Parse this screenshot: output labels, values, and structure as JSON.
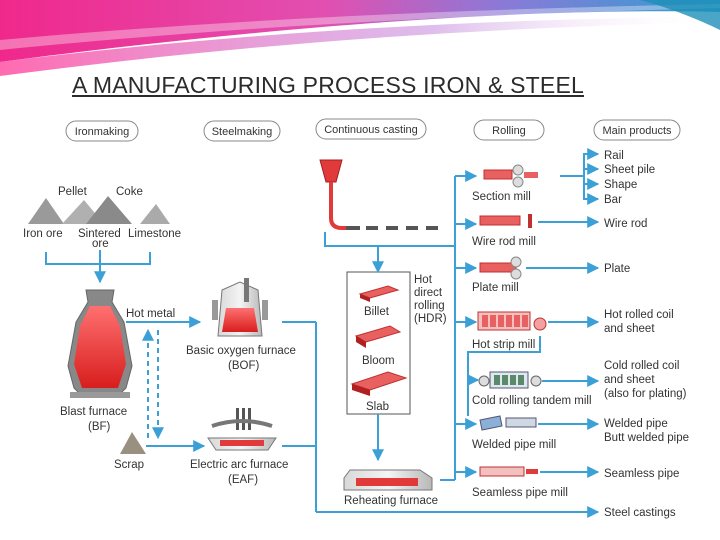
{
  "title": "A MANUFACTURING PROCESS IRON & STEEL",
  "headers": [
    "Ironmaking",
    "Steelmaking",
    "Continuous casting",
    "Rolling",
    "Main products"
  ],
  "raw_materials": {
    "pellet": "Pellet",
    "coke": "Coke",
    "iron_ore": "Iron ore",
    "sintered_1": "Sintered",
    "sintered_2": "ore",
    "limestone": "Limestone"
  },
  "blast_furnace": [
    "Blast furnace",
    "(BF)"
  ],
  "hot_metal": "Hot metal",
  "scrap": "Scrap",
  "bof": [
    "Basic oxygen furnace",
    "(BOF)"
  ],
  "eaf": [
    "Electric arc furnace",
    "(EAF)"
  ],
  "semis": {
    "billet": "Billet",
    "bloom": "Bloom",
    "slab": "Slab"
  },
  "hdr": [
    "Hot",
    "direct",
    "rolling",
    "(HDR)"
  ],
  "reheating": "Reheating furnace",
  "mills": {
    "section": "Section mill",
    "wire_rod": "Wire rod mill",
    "plate": "Plate mill",
    "hot_strip": "Hot strip mill",
    "cold_rolling": "Cold rolling tandem mill",
    "welded_pipe": "Welded pipe mill",
    "seamless": "Seamless pipe mill"
  },
  "products": {
    "section": [
      "Rail",
      "Sheet pile",
      "Shape",
      "Bar"
    ],
    "wire_rod": "Wire rod",
    "plate": "Plate",
    "hot_rolled": [
      "Hot rolled coil",
      "and sheet"
    ],
    "cold_rolled": [
      "Cold rolled coil",
      "and sheet",
      "(also for plating)"
    ],
    "welded": [
      "Welded pipe",
      "Butt welded pipe"
    ],
    "seamless": "Seamless pipe",
    "castings": "Steel castings"
  },
  "colors": {
    "flow": "#3aa0d6",
    "steel": "#e03a3a",
    "banner_pink": "#e8207a",
    "banner_teal": "#3ab0c8"
  }
}
